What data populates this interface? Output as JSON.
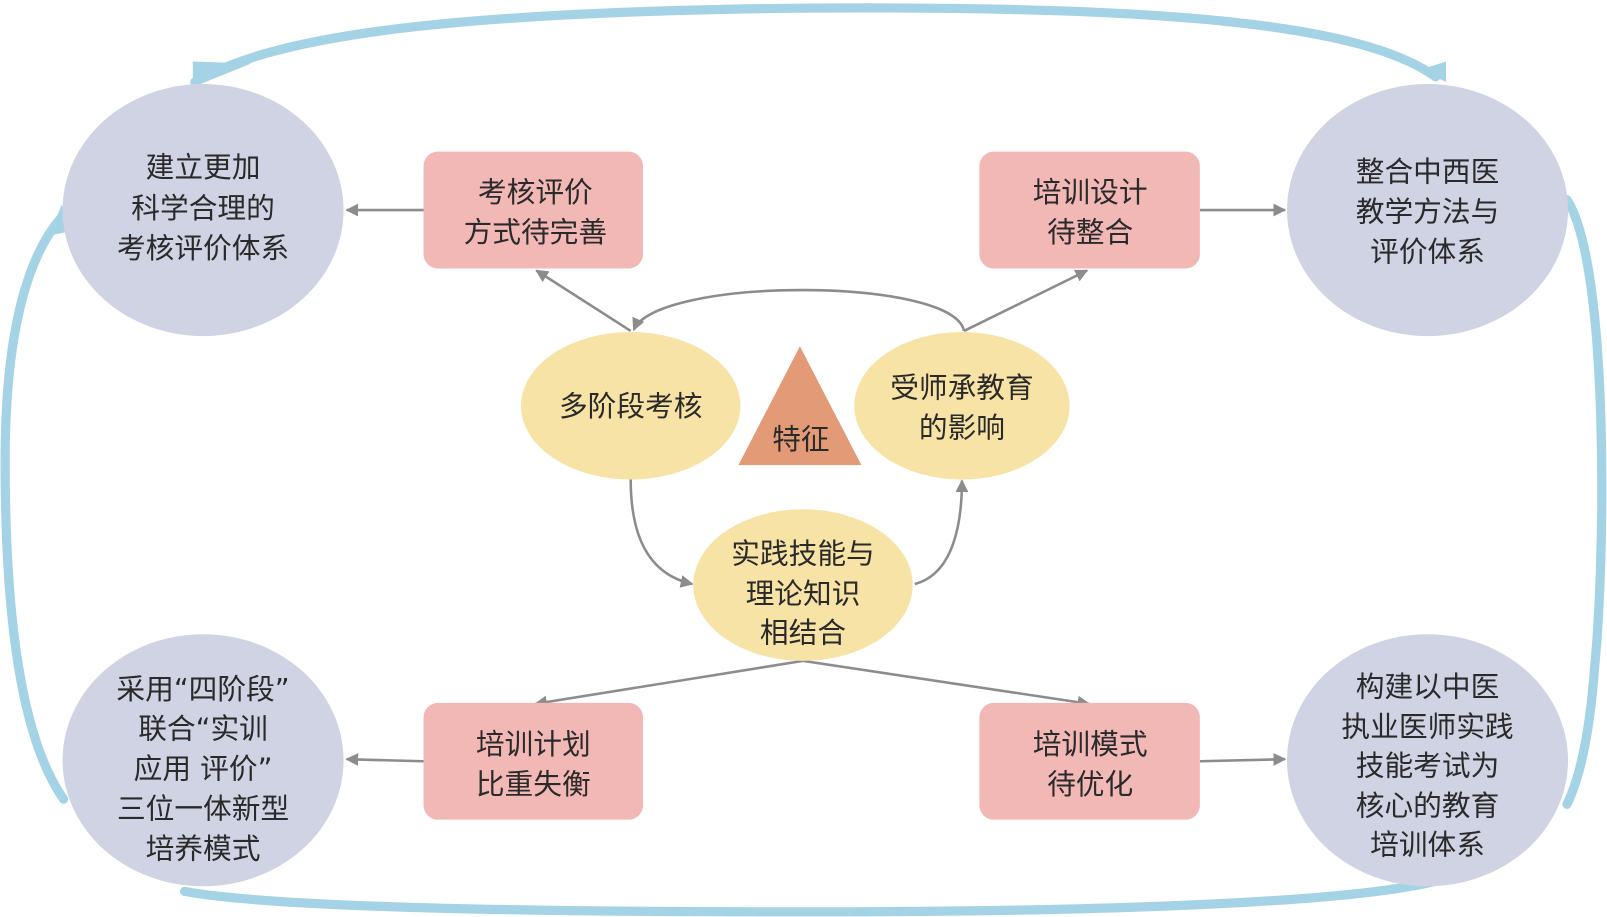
{
  "colors": {
    "circle": "#d0d3e3",
    "box": "#f2b8b5",
    "ellipse": "#f7e3a5",
    "triangle": "#e39a77",
    "loop": "#a5d3e6",
    "arrow": "#8c8c8c"
  },
  "center": {
    "label": "特征"
  },
  "features": {
    "multi_stage": [
      "多阶段考核"
    ],
    "mentorship": [
      "受师承教育",
      "的影响"
    ],
    "practice_theory": [
      "实践技能与",
      "理论知识",
      "相结合"
    ]
  },
  "problems": {
    "assessment": [
      "考核评价",
      "方式待完善"
    ],
    "design": [
      "培训设计",
      "待整合"
    ],
    "plan": [
      "培训计划",
      "比重失衡"
    ],
    "mode": [
      "培训模式",
      "待优化"
    ]
  },
  "solutions": {
    "top_left": [
      "建立更加",
      "科学合理的",
      "考核评价体系"
    ],
    "top_right": [
      "整合中西医",
      "教学方法与",
      "评价体系"
    ],
    "bottom_left": [
      "采用“四阶段”",
      "联合“实训",
      "应用 评价”",
      "三位一体新型",
      "培养模式"
    ],
    "bottom_right": [
      "构建以中医",
      "执业医师实践",
      "技能考试为",
      "核心的教育",
      "培训体系"
    ]
  }
}
